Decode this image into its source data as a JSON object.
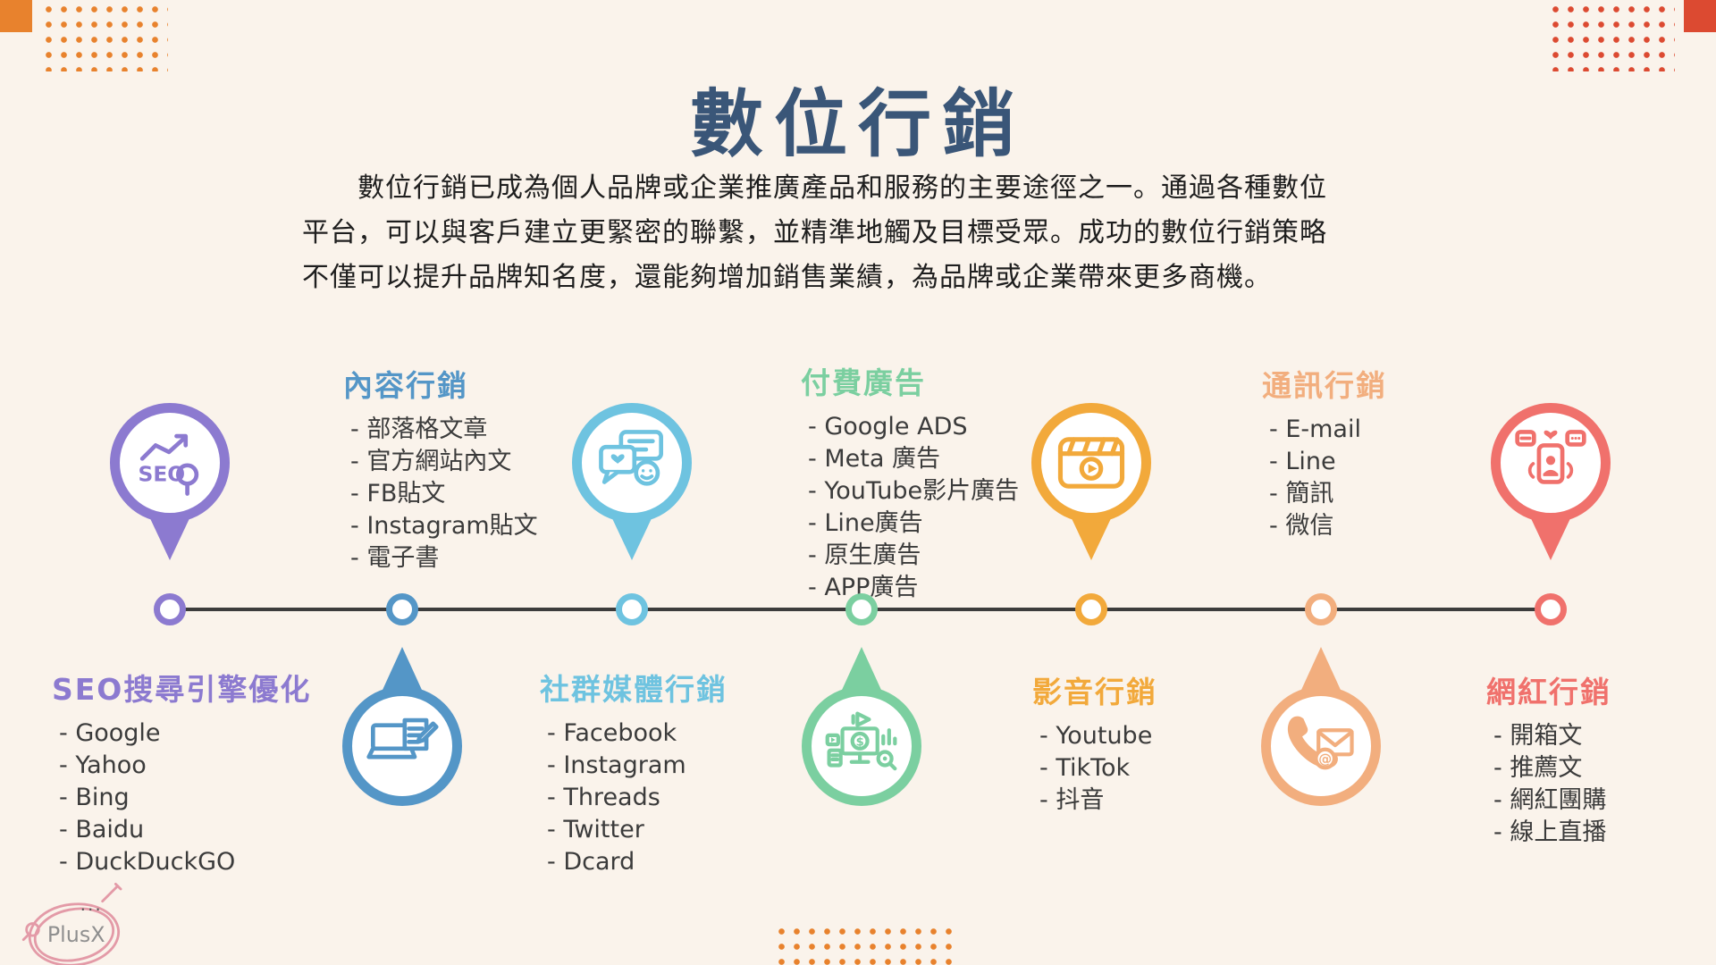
{
  "page": {
    "background_color": "#FAF3EB",
    "title": "數位行銷",
    "title_color": "#3A5678",
    "intro_lines": [
      "數位行銷已成為個人品牌或企業推廣產品和服務的主要途徑之一。通過各種數位",
      "平台，可以與客戶建立更緊密的聯繫，並精準地觸及目標受眾。成功的數位行銷策略",
      "不僅可以提升品牌知名度，還能夠增加銷售業績，為品牌或企業帶來更多商機。"
    ],
    "logo": {
      "dots": "...",
      "text": "PlusX"
    }
  },
  "decor": {
    "dot_color_orange": "#E8822D",
    "dot_color_red": "#DC4A31"
  },
  "timeline": {
    "line_color": "#3C3C3C",
    "node_count": 7,
    "node_colors": [
      "#8C7AD0",
      "#5496C7",
      "#6EC3E0",
      "#7BCFA0",
      "#F2A93B",
      "#F2AE7E",
      "#F0716C"
    ]
  },
  "categories": [
    {
      "title": "SEO搜尋引擎優化",
      "color": "#8C7AD0",
      "marker": "pin-above",
      "icon": "seo-magnifier-icon",
      "items": [
        "- Google",
        "- Yahoo",
        "- Bing",
        "- Baidu",
        "- DuckDuckGO"
      ]
    },
    {
      "title": "內容行銷",
      "color": "#5496C7",
      "marker": "drop-below",
      "icon": "laptop-writing-icon",
      "items": [
        "- 部落格文章",
        "- 官方網站內文",
        "- FB貼文",
        "- Instagram貼文",
        "- 電子書"
      ]
    },
    {
      "title": "社群媒體行銷",
      "color": "#6EC3E0",
      "marker": "pin-above",
      "icon": "chat-bubbles-icon",
      "items": [
        "- Facebook",
        "- Instagram",
        "- Threads",
        "- Twitter",
        "- Dcard"
      ]
    },
    {
      "title": "付費廣告",
      "color": "#7BCFA0",
      "marker": "drop-below",
      "icon": "ads-monitor-icon",
      "items": [
        "- Google ADS",
        "- Meta 廣告",
        "- YouTube影片廣告",
        "- Line廣告",
        "- 原生廣告",
        "- APP廣告"
      ]
    },
    {
      "title": "影音行銷",
      "color": "#F2A93B",
      "marker": "pin-above",
      "icon": "video-clapperboard-icon",
      "items": [
        "- Youtube",
        "- TikTok",
        "- 抖音"
      ]
    },
    {
      "title": "通訊行銷",
      "color": "#F2AE7E",
      "marker": "drop-below",
      "icon": "phone-mail-icon",
      "items": [
        "- E-mail",
        "- Line",
        "- 簡訊",
        "- 微信"
      ]
    },
    {
      "title": "網紅行銷",
      "color": "#F0716C",
      "marker": "pin-above",
      "icon": "smartphone-social-icon",
      "items": [
        "- 開箱文",
        "- 推薦文",
        "- 網紅團購",
        "- 線上直播"
      ]
    }
  ]
}
